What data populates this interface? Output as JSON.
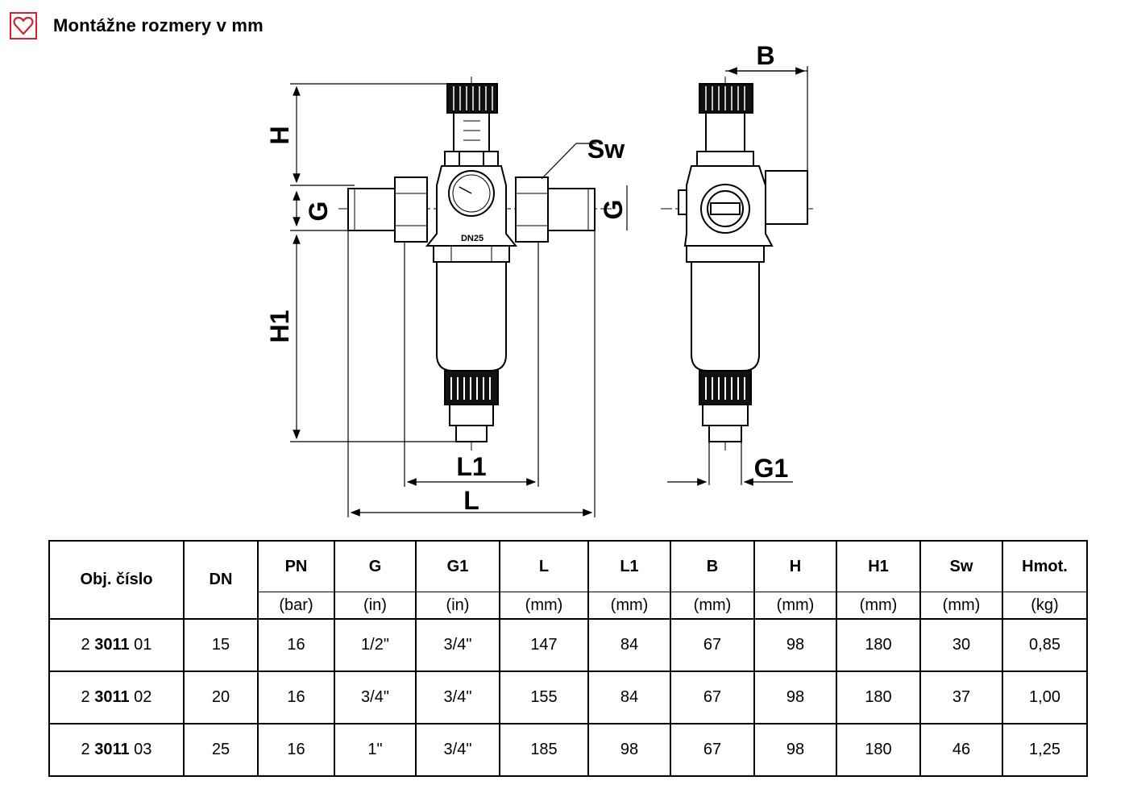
{
  "header": {
    "title": "Montážne rozmery v mm"
  },
  "drawing": {
    "labels": {
      "H": "H",
      "G": "G",
      "H1": "H1",
      "L1": "L1",
      "L": "L",
      "Sw": "Sw",
      "B": "B",
      "G1": "G1"
    },
    "gauge_text": "DN25"
  },
  "table": {
    "headers": [
      {
        "label": "Obj. číslo",
        "unit": ""
      },
      {
        "label": "DN",
        "unit": ""
      },
      {
        "label": "PN",
        "unit": "(bar)"
      },
      {
        "label": "G",
        "unit": "(in)"
      },
      {
        "label": "G1",
        "unit": "(in)"
      },
      {
        "label": "L",
        "unit": "(mm)"
      },
      {
        "label": "L1",
        "unit": "(mm)"
      },
      {
        "label": "B",
        "unit": "(mm)"
      },
      {
        "label": "H",
        "unit": "(mm)"
      },
      {
        "label": "H1",
        "unit": "(mm)"
      },
      {
        "label": "Sw",
        "unit": "(mm)"
      },
      {
        "label": "Hmot.",
        "unit": "(kg)"
      }
    ],
    "rows": [
      {
        "obj_pre": "2 ",
        "obj_bold": "3011",
        "obj_post": " 01",
        "cells": [
          "15",
          "16",
          "1/2\"",
          "3/4\"",
          "147",
          "84",
          "67",
          "98",
          "180",
          "30",
          "0,85"
        ]
      },
      {
        "obj_pre": "2 ",
        "obj_bold": "3011",
        "obj_post": " 02",
        "cells": [
          "20",
          "16",
          "3/4\"",
          "3/4\"",
          "155",
          "84",
          "67",
          "98",
          "180",
          "37",
          "1,00"
        ]
      },
      {
        "obj_pre": "2 ",
        "obj_bold": "3011",
        "obj_post": " 03",
        "cells": [
          "25",
          "16",
          "1\"",
          "3/4\"",
          "185",
          "98",
          "67",
          "98",
          "180",
          "46",
          "1,25"
        ]
      }
    ]
  },
  "colors": {
    "accent": "#d2232a",
    "ink": "#000000"
  }
}
